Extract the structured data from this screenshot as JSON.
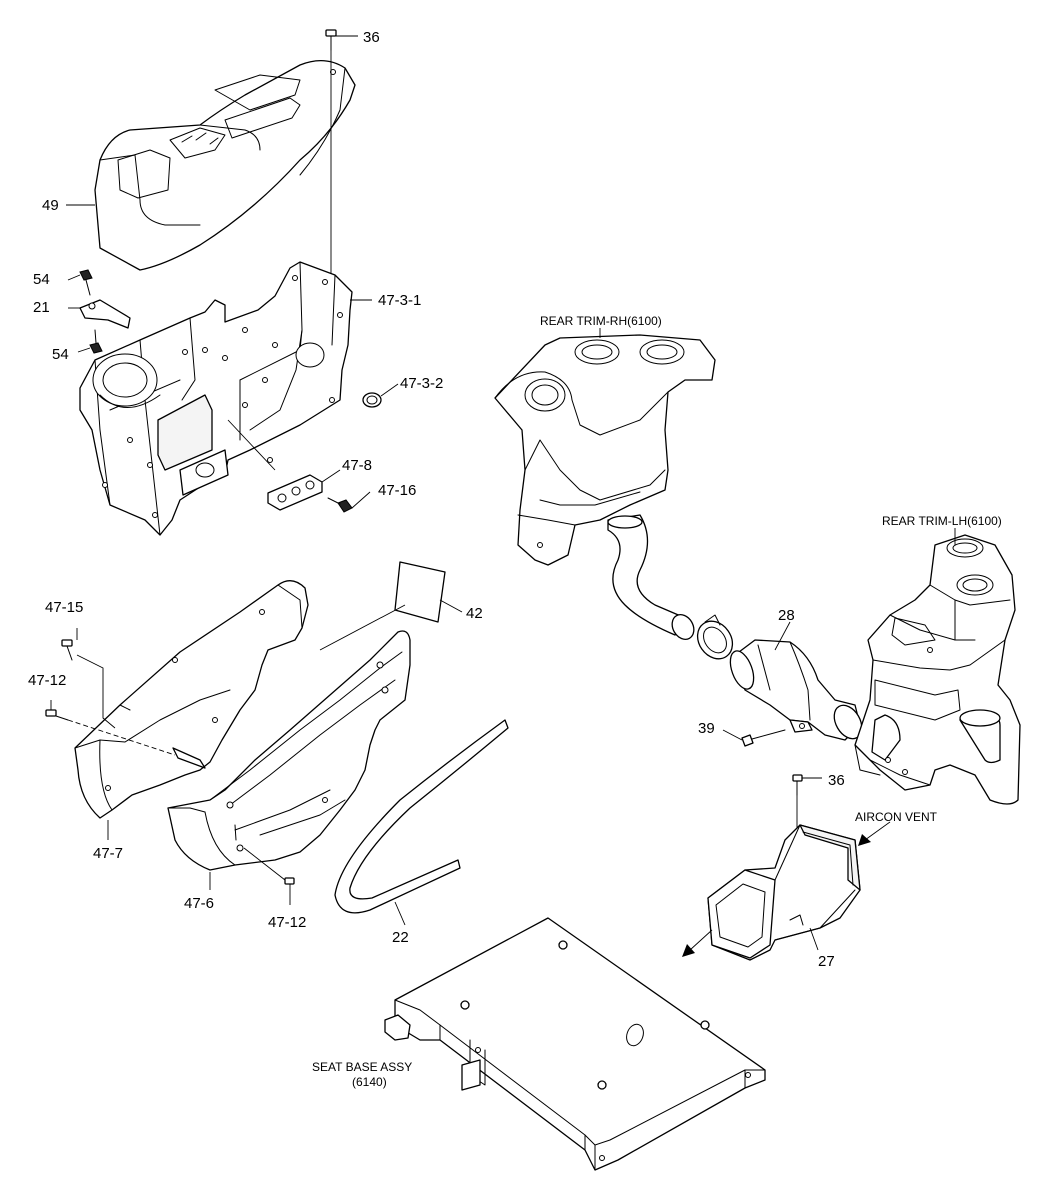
{
  "labels": {
    "p36_top": "36",
    "p49": "49",
    "p54_a": "54",
    "p21": "21",
    "p54_b": "54",
    "p47_3_1": "47-3-1",
    "p47_3_2": "47-3-2",
    "p47_8": "47-8",
    "p47_16": "47-16",
    "p47_15": "47-15",
    "p47_12_a": "47-12",
    "p47_7": "47-7",
    "p47_6": "47-6",
    "p47_12_b": "47-12",
    "p22": "22",
    "p42": "42",
    "p28": "28",
    "p39": "39",
    "p36_b": "36",
    "p27": "27",
    "rear_trim_rh": "REAR TRIM-RH(6100)",
    "rear_trim_lh": "REAR TRIM-LH(6100)",
    "aircon_vent": "AIRCON VENT",
    "seat_base_line1": "SEAT BASE ASSY",
    "seat_base_line2": "(6140)"
  }
}
